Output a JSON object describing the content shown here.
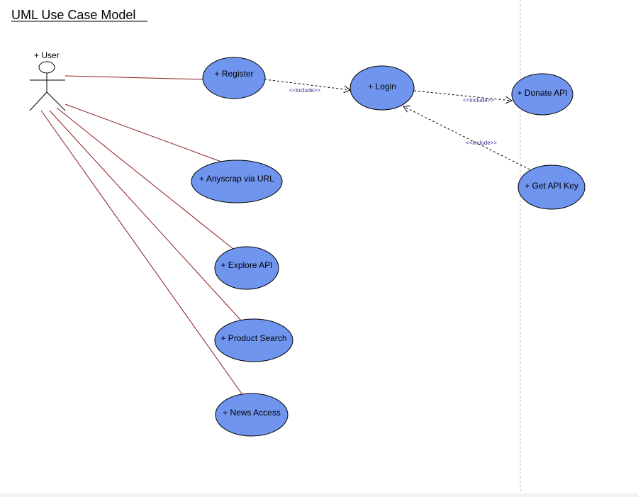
{
  "title": "UML Use Case Model",
  "actor": {
    "label": "+ User"
  },
  "use_cases": [
    {
      "id": "register",
      "label": "+ Register"
    },
    {
      "id": "login",
      "label": "+ Login"
    },
    {
      "id": "donate_api",
      "label": "+ Donate API"
    },
    {
      "id": "get_api_key",
      "label": "+ Get API Key"
    },
    {
      "id": "anyscrap",
      "label": "+ Anyscrap via URL"
    },
    {
      "id": "explore_api",
      "label": "+ Explore API"
    },
    {
      "id": "product_search",
      "label": "+ Product Search"
    },
    {
      "id": "news_access",
      "label": "+ News Access"
    }
  ],
  "dependencies": [
    {
      "from": "register",
      "to": "login",
      "label": "<<include>>"
    },
    {
      "from": "login",
      "to": "donate_api",
      "label": "<<include>>"
    },
    {
      "from": "get_api_key",
      "to": "login",
      "label": "<<include>>"
    }
  ],
  "colors": {
    "use_case_fill": "#6f95ef",
    "use_case_stroke": "#000000",
    "association": "#8b1a1a",
    "dependency": "#000000",
    "stereotype_text": "#2f2f8f",
    "page_boundary": "#bfbfbf"
  }
}
